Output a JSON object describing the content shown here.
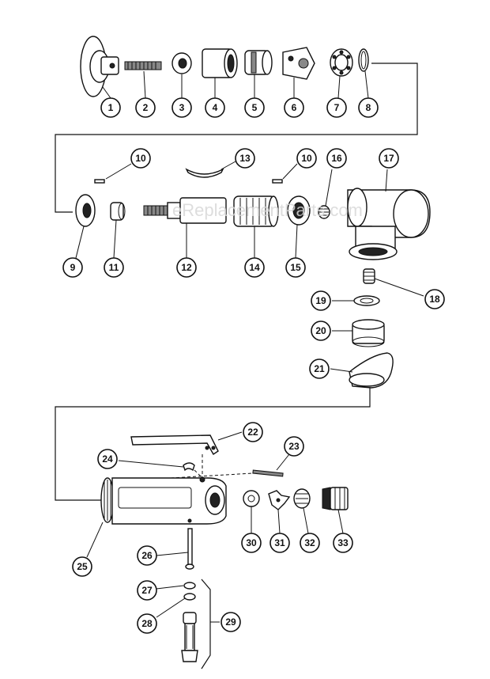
{
  "watermark": "eReplacementParts.com",
  "callouts": [
    "1",
    "2",
    "3",
    "4",
    "5",
    "6",
    "7",
    "8",
    "9",
    "10",
    "10",
    "11",
    "12",
    "13",
    "14",
    "15",
    "16",
    "17",
    "18",
    "19",
    "20",
    "21",
    "22",
    "23",
    "24",
    "25",
    "26",
    "27",
    "28",
    "29",
    "30",
    "31",
    "32",
    "33"
  ]
}
